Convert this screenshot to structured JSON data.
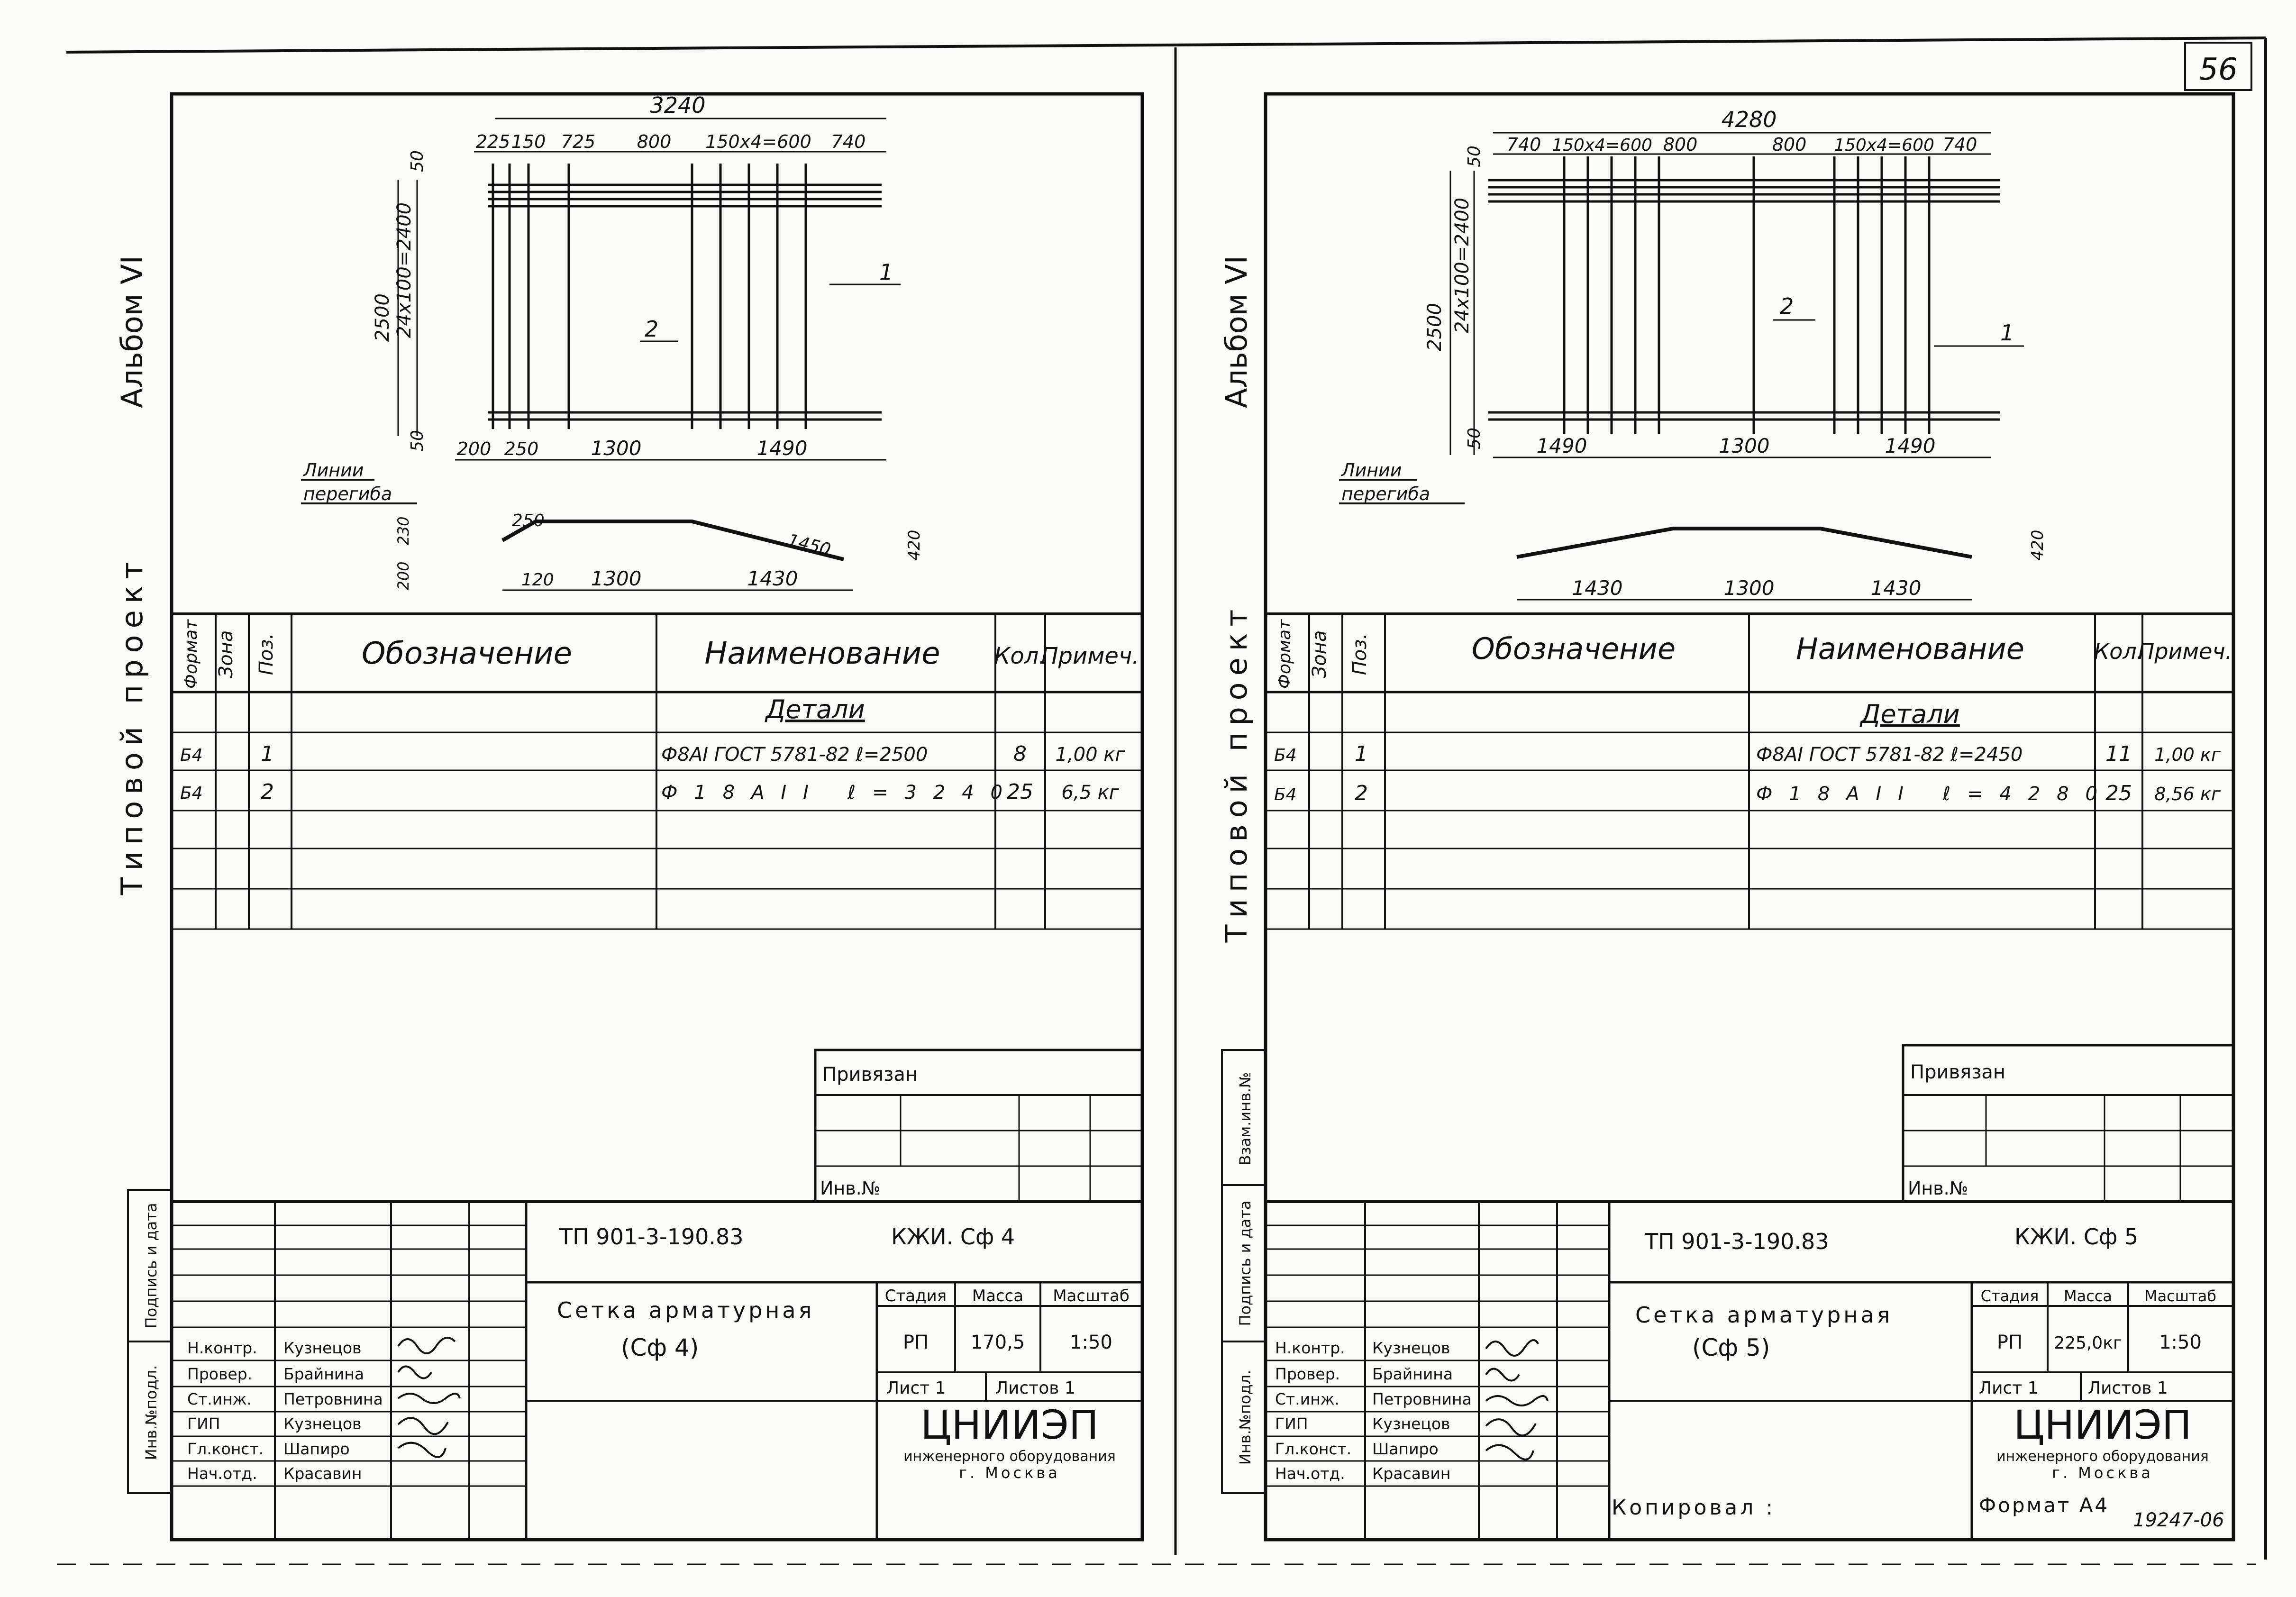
{
  "page_number": "56",
  "copied_label": "Копировал :",
  "format_label": "Формат А4",
  "archive_number": "19247-06",
  "sheets": [
    {
      "side_album": "Альбом VI",
      "side_project": "Типовой проект",
      "drawing": {
        "total_width": "3240",
        "top_segments": [
          "225",
          "150",
          "725",
          "800",
          "150x4=600",
          "740"
        ],
        "total_height": "2500",
        "inner_height": "24x100=2400",
        "edge_dim": "50",
        "bottom_segments": [
          "200",
          "250",
          "1300",
          "1490"
        ],
        "pos1": "1",
        "pos2": "2",
        "bend_label_1": "Линии",
        "bend_label_2": "перегиба",
        "bend_dims": [
          "250",
          "1450",
          "420",
          "120",
          "1300",
          "1430",
          "230",
          "200"
        ]
      },
      "spec": {
        "headers": [
          "Формат",
          "Зона",
          "Поз.",
          "Обозначение",
          "Наименование",
          "Кол.",
          "Примеч."
        ],
        "section": "Детали",
        "rows": [
          {
            "format": "Б4",
            "pos": "1",
            "name": "Ф8АI ГОСТ 5781-82 ℓ=2500",
            "qty": "8",
            "note": "1,00 кг"
          },
          {
            "format": "Б4",
            "pos": "2",
            "name": "Ф18АII ℓ=3240",
            "qty": "25",
            "note": "6,5 кг"
          }
        ]
      },
      "stamp": {
        "privyazan": "Привязан",
        "inv_no": "Инв.№",
        "side_labels": [
          "Инв.№подл.",
          "Подпись и дата"
        ],
        "doc_code": "ТП 901-3-190.83",
        "mark": "КЖИ. Сф 4",
        "title_1": "Сетка арматурная",
        "title_2": "(Сф 4)",
        "stage_header": "Стадия",
        "mass_header": "Масса",
        "scale_header": "Масштаб",
        "stage": "РП",
        "mass": "170,5",
        "scale": "1:50",
        "sheet": "Лист 1",
        "sheets": "Листов 1",
        "org_1": "ЦНИИЭП",
        "org_2": "инженерного оборудования",
        "org_3": "г. Москва",
        "people": [
          {
            "role": "Н.контр.",
            "name": "Кузнецов"
          },
          {
            "role": "Провер.",
            "name": "Брайнина"
          },
          {
            "role": "Ст.инж.",
            "name": "Петровнина"
          },
          {
            "role": "ГИП",
            "name": "Кузнецов"
          },
          {
            "role": "Гл.конст.",
            "name": "Шапиро"
          },
          {
            "role": "Нач.отд.",
            "name": "Красавин"
          }
        ]
      }
    },
    {
      "side_album": "Альбом VI",
      "side_project": "Типовой проект",
      "drawing": {
        "total_width": "4280",
        "top_segments": [
          "740",
          "150x4=600",
          "800",
          "800",
          "150x4=600",
          "740"
        ],
        "total_height": "2500",
        "inner_height": "24x100=2400",
        "edge_dim": "50",
        "bottom_segments": [
          "1490",
          "1300",
          "1490"
        ],
        "pos1": "1",
        "pos2": "2",
        "bend_label_1": "Линии",
        "bend_label_2": "перегиба",
        "bend_dims": [
          "1430",
          "1300",
          "1430",
          "420"
        ]
      },
      "spec": {
        "headers": [
          "Формат",
          "Зона",
          "Поз.",
          "Обозначение",
          "Наименование",
          "Кол.",
          "Примеч."
        ],
        "section": "Детали",
        "rows": [
          {
            "format": "Б4",
            "pos": "1",
            "name": "Ф8АI ГОСТ 5781-82 ℓ=2450",
            "qty": "11",
            "note": "1,00 кг"
          },
          {
            "format": "Б4",
            "pos": "2",
            "name": "Ф18АII ℓ=4280",
            "qty": "25",
            "note": "8,56 кг"
          }
        ]
      },
      "stamp": {
        "privyazan": "Привязан",
        "inv_no": "Инв.№",
        "side_labels": [
          "Инв.№подл.",
          "Подпись и дата",
          "Взам.инв.№"
        ],
        "doc_code": "ТП 901-3-190.83",
        "mark": "КЖИ. Сф 5",
        "title_1": "Сетка арматурная",
        "title_2": "(Сф 5)",
        "stage_header": "Стадия",
        "mass_header": "Масса",
        "scale_header": "Масштаб",
        "stage": "РП",
        "mass": "225,0кг",
        "scale": "1:50",
        "sheet": "Лист 1",
        "sheets": "Листов 1",
        "org_1": "ЦНИИЭП",
        "org_2": "инженерного оборудования",
        "org_3": "г. Москва",
        "people": [
          {
            "role": "Н.контр.",
            "name": "Кузнецов"
          },
          {
            "role": "Провер.",
            "name": "Брайнина"
          },
          {
            "role": "Ст.инж.",
            "name": "Петровнина"
          },
          {
            "role": "ГИП",
            "name": "Кузнецов"
          },
          {
            "role": "Гл.конст.",
            "name": "Шапиро"
          },
          {
            "role": "Нач.отд.",
            "name": "Красавин"
          }
        ]
      }
    }
  ]
}
